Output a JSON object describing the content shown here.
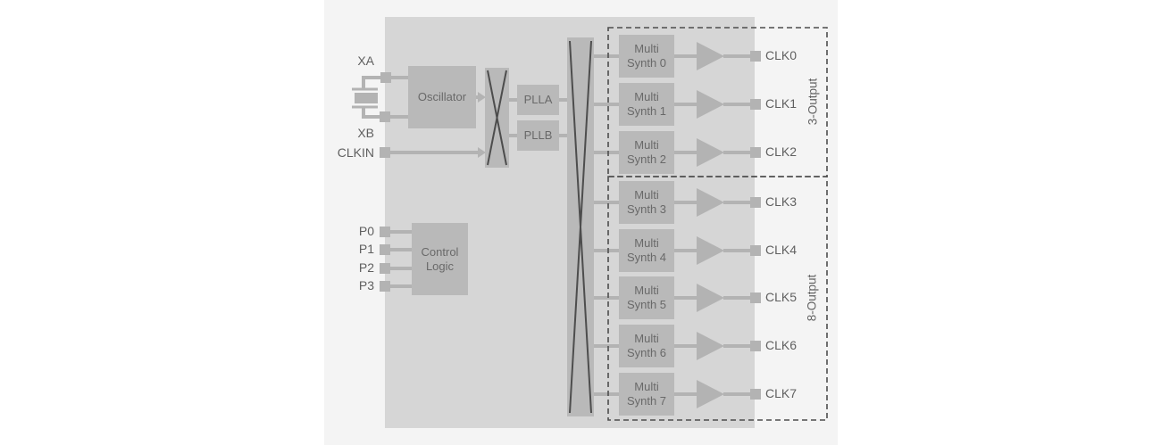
{
  "figure": {
    "pins": {
      "xa": "XA",
      "xb": "XB",
      "clkin": "CLKIN",
      "p0": "P0",
      "p1": "P1",
      "p2": "P2",
      "p3": "P3"
    },
    "blocks": {
      "oscillator": "Oscillator",
      "control_line1": "Control",
      "control_line2": "Logic",
      "plla": "PLLA",
      "pllb": "PLLB"
    },
    "multisynth": [
      {
        "line1": "Multi",
        "line2": "Synth 0"
      },
      {
        "line1": "Multi",
        "line2": "Synth 1"
      },
      {
        "line1": "Multi",
        "line2": "Synth 2"
      },
      {
        "line1": "Multi",
        "line2": "Synth 3"
      },
      {
        "line1": "Multi",
        "line2": "Synth 4"
      },
      {
        "line1": "Multi",
        "line2": "Synth 5"
      },
      {
        "line1": "Multi",
        "line2": "Synth 6"
      },
      {
        "line1": "Multi",
        "line2": "Synth 7"
      }
    ],
    "outputs": [
      "CLK0",
      "CLK1",
      "CLK2",
      "CLK3",
      "CLK4",
      "CLK5",
      "CLK6",
      "CLK7"
    ],
    "groups": {
      "top": "3-Output",
      "bottom": "8-Output"
    },
    "colors": {
      "page_background": "#ffffff",
      "figure_background": "#f4f4f4",
      "chip_background": "#d6d6d6",
      "block_fill": "#b9b9b9",
      "wire": "#b3b3b3",
      "cross_line": "#4d4d4d",
      "dashed_border": "#4d4d4d",
      "text": "#666666"
    }
  }
}
